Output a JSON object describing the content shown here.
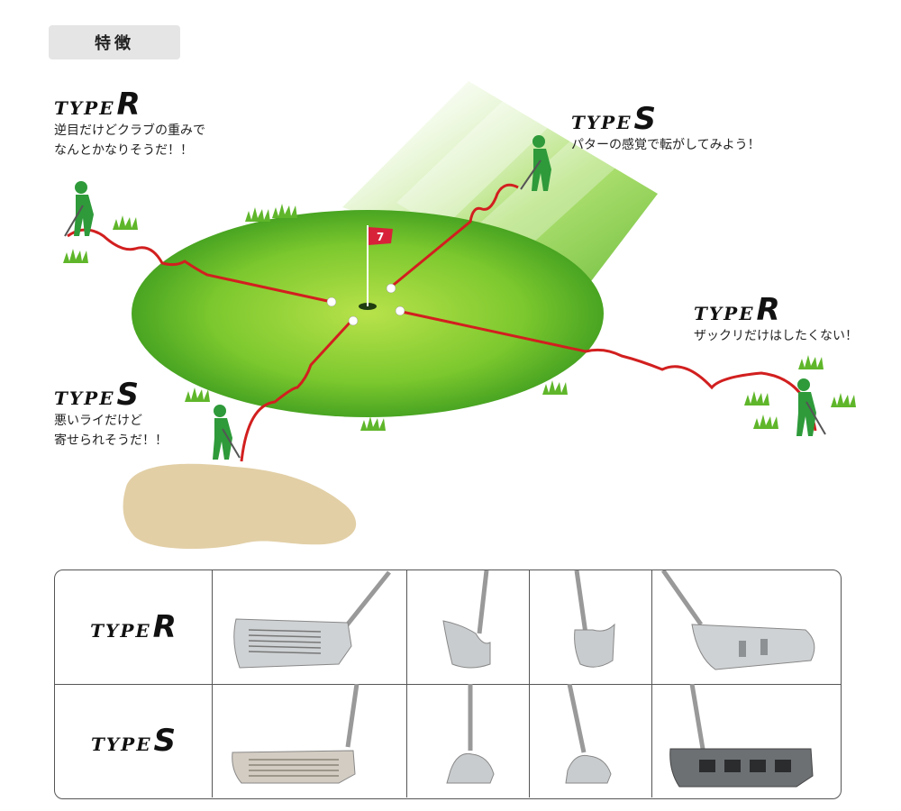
{
  "header": {
    "label": "特徴"
  },
  "green": {
    "flag_number": "7"
  },
  "callouts": [
    {
      "id": "top-left",
      "type_word": "TYPE",
      "type_letter": "R",
      "lines": [
        "逆目だけどクラブの重みで",
        "なんとかなりそうだ！！"
      ]
    },
    {
      "id": "top-right",
      "type_word": "TYPE",
      "type_letter": "S",
      "lines": [
        "パターの感覚で転がしてみよう！"
      ]
    },
    {
      "id": "right",
      "type_word": "TYPE",
      "type_letter": "R",
      "lines": [
        "ザックリだけはしたくない！"
      ]
    },
    {
      "id": "left",
      "type_word": "TYPE",
      "type_letter": "S",
      "lines": [
        "悪いライだけど",
        "寄せられそうだ！！"
      ]
    }
  ],
  "club_table": {
    "rows": [
      {
        "type_word": "TYPE",
        "type_letter": "R",
        "views": [
          "face-view",
          "toe-view",
          "heel-view",
          "sole-view"
        ]
      },
      {
        "type_word": "TYPE",
        "type_letter": "S",
        "views": [
          "face-view",
          "toe-view",
          "heel-view",
          "sole-view"
        ]
      }
    ]
  },
  "colors": {
    "green_light": "#b6e04a",
    "green_dark": "#3a9a1e",
    "golfer": "#2e9a3a",
    "trajectory": "#d21f1f",
    "sand": "#e2cfa6",
    "flag": "#d8223a"
  }
}
